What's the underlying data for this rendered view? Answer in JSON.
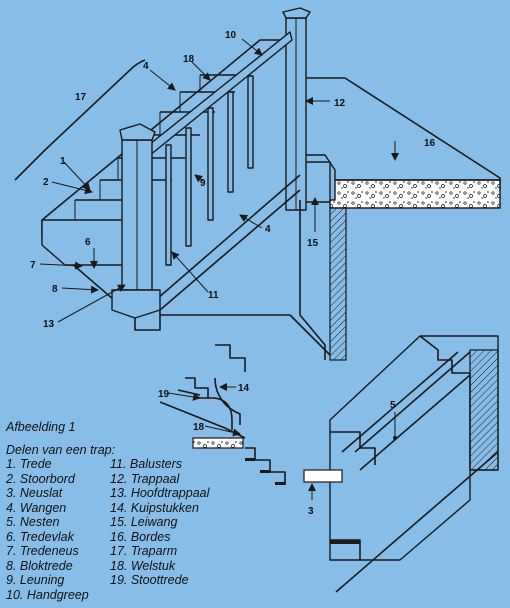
{
  "caption": "Afbeelding 1",
  "legend_title": "Delen van een trap:",
  "parts_col1": [
    "1. Trede",
    "2. Stoorbord",
    "3. Neuslat",
    "4. Wangen",
    "5. Nesten",
    "6. Tredevlak",
    "7. Tredeneus",
    "8. Bloktrede",
    "9. Leuning",
    "10. Handgreep"
  ],
  "parts_col2": [
    "11. Balusters",
    "12. Trappaal",
    "13. Hoofdtrappaal",
    "14. Kuipstukken",
    "15. Leiwang",
    "16. Bordes",
    "17. Traparm",
    "18. Welstuk",
    "19. Stoottrede"
  ],
  "callouts": {
    "c1": "1",
    "c2": "2",
    "c3": "3",
    "c4a": "4",
    "c4b": "4",
    "c5": "5",
    "c6": "6",
    "c7": "7",
    "c8": "8",
    "c9": "9",
    "c10": "10",
    "c11": "11",
    "c12": "12",
    "c13": "13",
    "c14": "14",
    "c15": "15",
    "c16": "16",
    "c17": "17",
    "c18": "18",
    "c19": "19"
  },
  "colors": {
    "background": "#87bde6",
    "line": "#1a1a1a"
  }
}
